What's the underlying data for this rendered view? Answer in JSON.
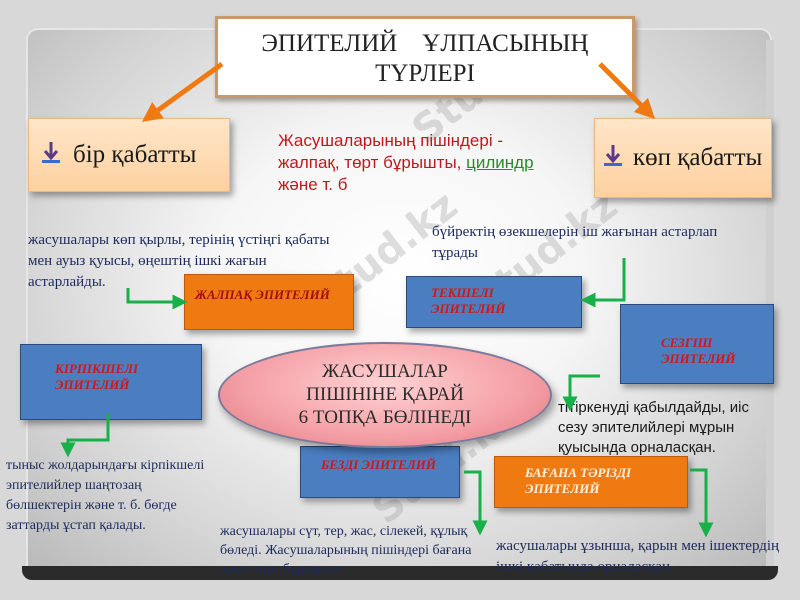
{
  "title": {
    "line1": "ЭПИТЕЛИЙ    ҰЛПАСЫНЫҢ",
    "line2": "ТҮРЛЕРІ"
  },
  "watermark": "Stud.kz",
  "left_category": {
    "label": "бір қабатты",
    "icon": "bullet-arrow-icon"
  },
  "right_category": {
    "label": "көп қабатты",
    "icon": "bullet-arrow-icon"
  },
  "shape_note": {
    "text_start": "Жасушаларының пішіндері - жалпақ, төрт бұрышты, ",
    "highlight": "цилиндр",
    "text_end": " және т. б"
  },
  "center_ellipse": {
    "line1": "ЖАСУШАЛАР",
    "line2": "ПІШІНІНЕ ҚАРАЙ",
    "line3": "6 ТОПҚА БӨЛІНЕДІ"
  },
  "types": {
    "flat": "ЖАЛПАҚ ЭПИТЕЛИЙ",
    "cubic": "ТЕКШЕЛІ ЭПИТЕЛИЙ",
    "sensory": "СЕЗГІШ ЭПИТЕЛИЙ",
    "ciliated": "КІРПІКШЕЛІ ЭПИТЕЛИЙ",
    "glandular": "БЕЗДІ ЭПИТЕЛИЙ",
    "columnar": "БАҒАНА ТӘРІЗДІ ЭПИТЕЛИЙ"
  },
  "descriptions": {
    "flat": "жасушалары көп қырлы, терінің үстіңгі қабаты мен ауыз қуысы, өңештің ішкі жағын астарлайды.",
    "cubic": "бүйректің өзекшелерін іш жағынан астарлап тұрады",
    "sensory": "тітіркенуді қабылдайды, иіс сезу эпителийлері мұрын қуысында орналасқан.",
    "ciliated": "тыныс жолдарындағы кірпікшелі эпителийлер шаңтозаң бөлшектерін және т. б. бөгде заттарды ұстап қалады.",
    "glandular": "жасушалары сүт, тер, жас, сілекей, құлық бөледі. Жасушаларының пішіндері бағана және төрт бұрышты",
    "columnar": "жасушалары ұзынша, қарын мен ішектердің ішкі қабатында орналасқан."
  },
  "colors": {
    "arrow_orange": "#f07a12",
    "arrow_green": "#19b04a",
    "box_blue": "#4a7ec0",
    "box_orange": "#f07a12",
    "label_red": "#d01818"
  }
}
